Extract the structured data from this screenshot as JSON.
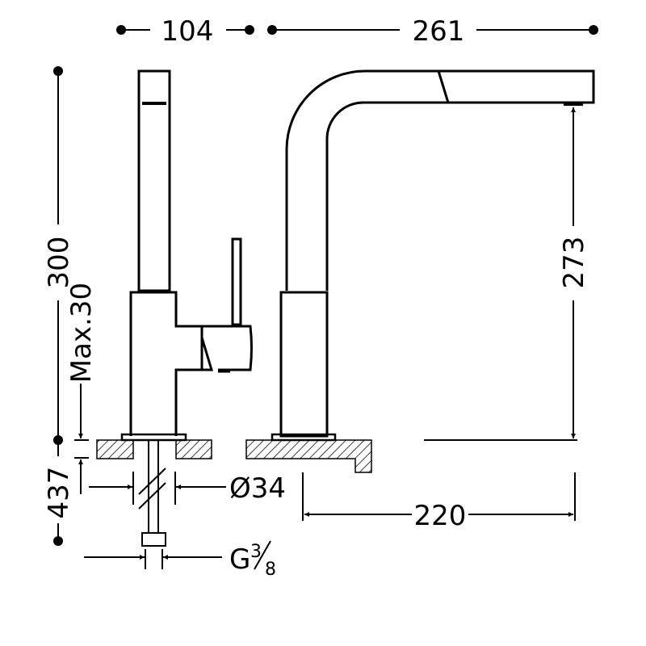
{
  "title": "Faucet technical drawing",
  "colors": {
    "line": "#000000",
    "background": "#ffffff"
  },
  "dimensions": {
    "spout_width": "104",
    "total_length": "261",
    "total_height": "300",
    "max_deck_thickness": "Max.30",
    "hose_length": "437",
    "spout_height": "273",
    "reach": "220",
    "hole_diameter": "Ø34",
    "connection_thread": "G",
    "thread_num": "3",
    "thread_den": "8"
  }
}
